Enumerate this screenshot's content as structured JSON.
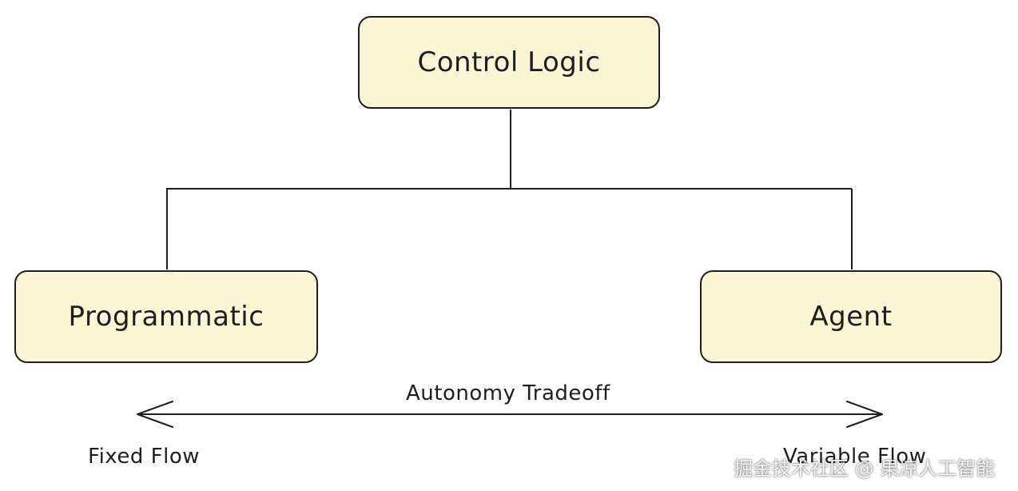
{
  "diagram": {
    "root": {
      "label": "Control Logic"
    },
    "children": [
      {
        "label": "Programmatic"
      },
      {
        "label": "Agent"
      }
    ],
    "axis": {
      "label": "Autonomy Tradeoff",
      "left_label": "Fixed Flow",
      "right_label": "Variable Flow"
    }
  },
  "watermark": "掘金技术社区 @ 果凉人工智能",
  "colors": {
    "node_fill": "#fbf6d6",
    "stroke": "#1e1e1e",
    "background": "#ffffff"
  }
}
